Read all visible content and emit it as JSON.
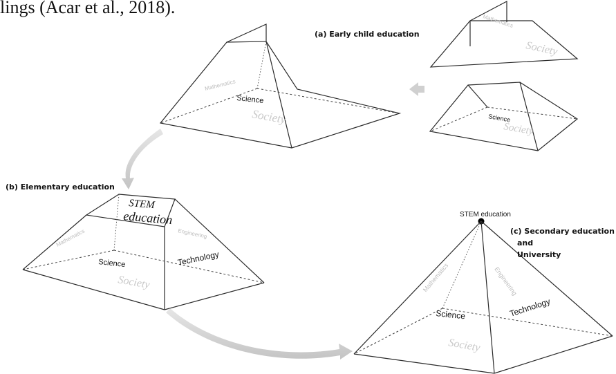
{
  "header_text": "lings (Acar et al., 2018).",
  "stages": {
    "a": "(a) Early child education",
    "b": "(b) Elementary education",
    "c_line1": "(c) Secondary education",
    "c_line2": "and",
    "c_line3": "University"
  },
  "labels": {
    "science": "Science",
    "technology": "Technology",
    "engineering": "Engineering",
    "mathematics": "Mathematics",
    "society": "Society",
    "stem_line1": "STEM",
    "stem_line2": "education",
    "stem_apex": "STEM education"
  }
}
